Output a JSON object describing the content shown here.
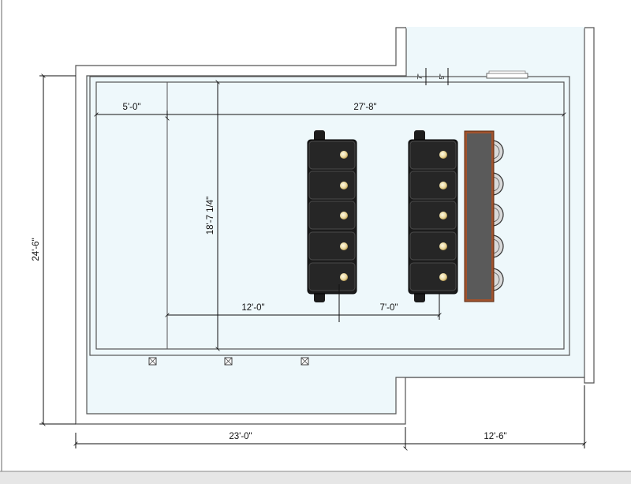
{
  "dimensions": {
    "front_offset": "5'-0\"",
    "room_length": "27'-8\"",
    "room_width": "18'-7 1/4\"",
    "overall_depth": "24'-6\"",
    "to_first_row": "12'-0\"",
    "row_spacing": "7'-0\"",
    "bottom_left": "23'-0\"",
    "bottom_right": "12'-6\"",
    "tiny_a": "7\"",
    "tiny_b": "5\""
  },
  "colors": {
    "floor": "#eef8fb",
    "wall": "#555555",
    "seat": "#1c1c1c",
    "light": "#f2e6b8",
    "bar_frame": "#a0522d",
    "bar_fill": "#5a5a5a"
  },
  "seating": {
    "rows": 2,
    "seats_per_row": 5,
    "bar_stools": 5
  }
}
